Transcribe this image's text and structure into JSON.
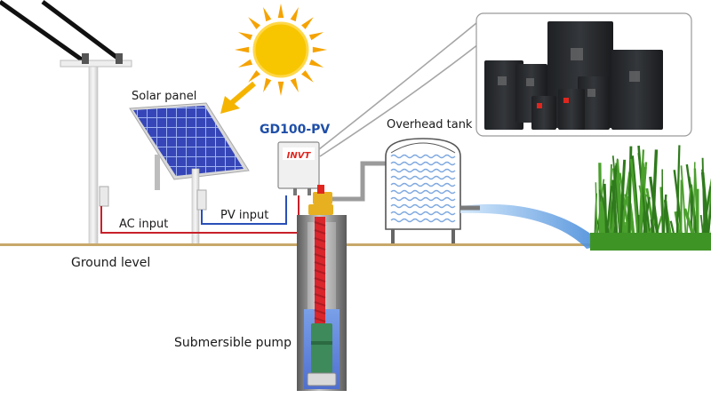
{
  "labels": {
    "solar_panel": "Solar panel",
    "controller_model": "GD100-PV",
    "controller_brand": "INVT",
    "overhead_tank": "Overhead tank",
    "ac_input": "AC input",
    "pv_input": "PV input",
    "ground_level": "Ground level",
    "submersible_pump": "Submersible pump"
  },
  "colors": {
    "sun": "#f7c600",
    "sun_rays": "#f5a300",
    "arrow": "#f5b400",
    "panel_cell": "#3646b8",
    "ac_wire": "#c8202a",
    "pv_wire": "#2a4fb8",
    "model_text": "#1f4fa8",
    "brand": "#e0261e",
    "water": "#5b9ee0",
    "grass": "#4aa02c",
    "pipe_red": "#d8262c",
    "ground_line": "#c8a86a"
  },
  "icons": [
    "sun-icon",
    "solar-panel-icon",
    "utility-pole-icon",
    "controller-icon",
    "tank-icon",
    "vfd-product-icon",
    "pump-icon",
    "grass-icon"
  ]
}
